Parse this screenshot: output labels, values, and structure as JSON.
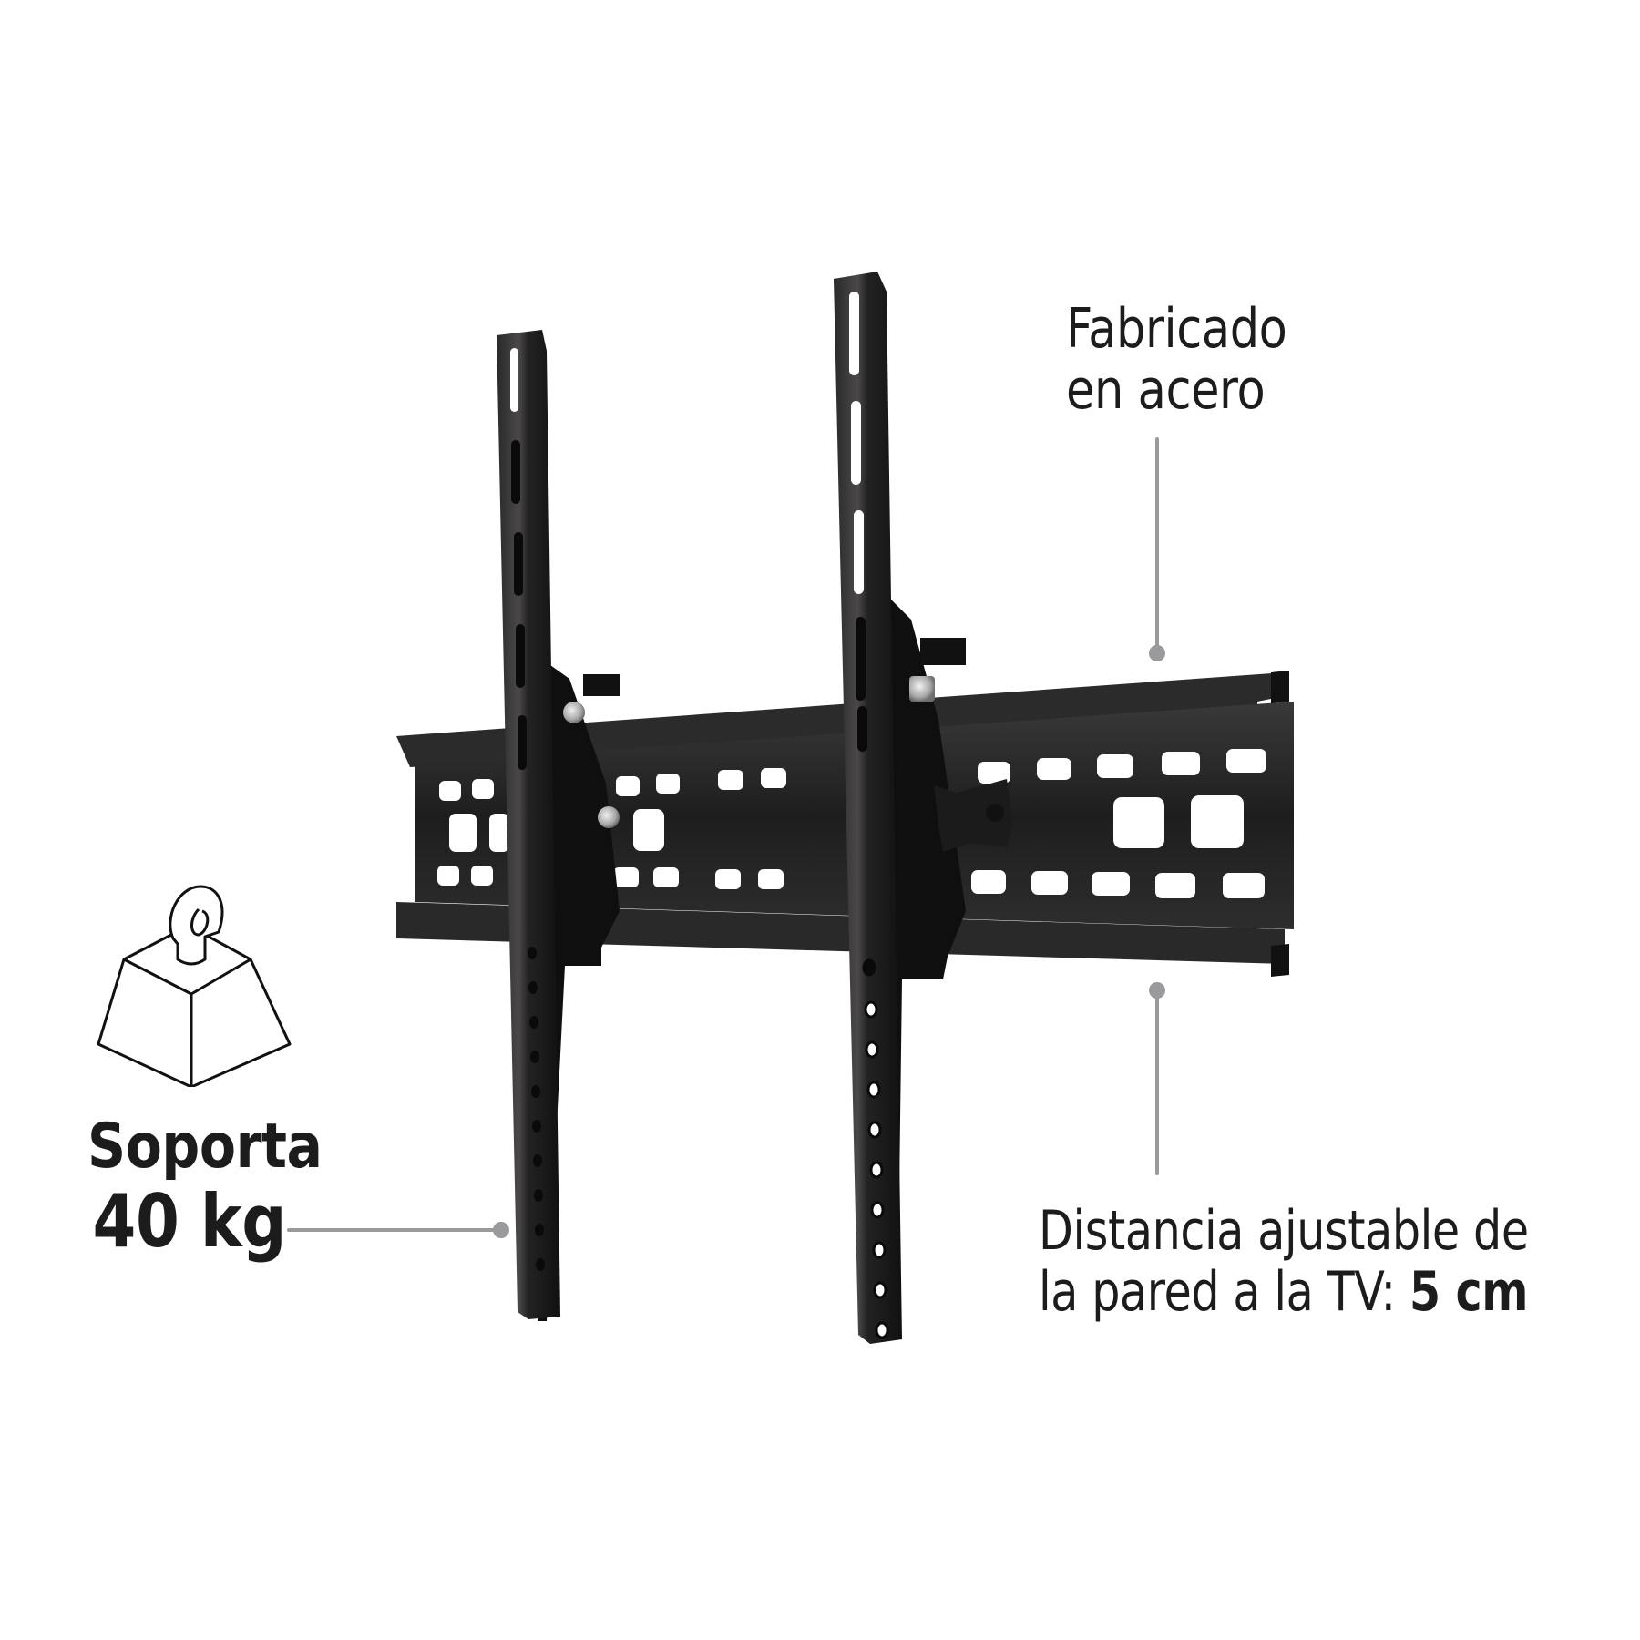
{
  "product": {
    "type": "tilting TV wall mount bracket",
    "color": "#1b1b1b"
  },
  "callouts": {
    "material": {
      "line1": "Fabricado",
      "line2": "en acero"
    },
    "distance": {
      "line1": "Distancia ajustable de",
      "line2_prefix": "la pared a la TV: ",
      "line2_value": "5 cm"
    },
    "weight": {
      "line1": "Soporta",
      "line2": "40 kg",
      "icon": "weight-icon"
    }
  },
  "colors": {
    "background": "#ffffff",
    "text": "#1c1c1c",
    "callout_line": "#9a9a9c",
    "metal_dark": "#1b1b1b",
    "metal_mid": "#3a3939",
    "metal_highlight": "#5a5858",
    "bolt": "#c9c9c9"
  }
}
